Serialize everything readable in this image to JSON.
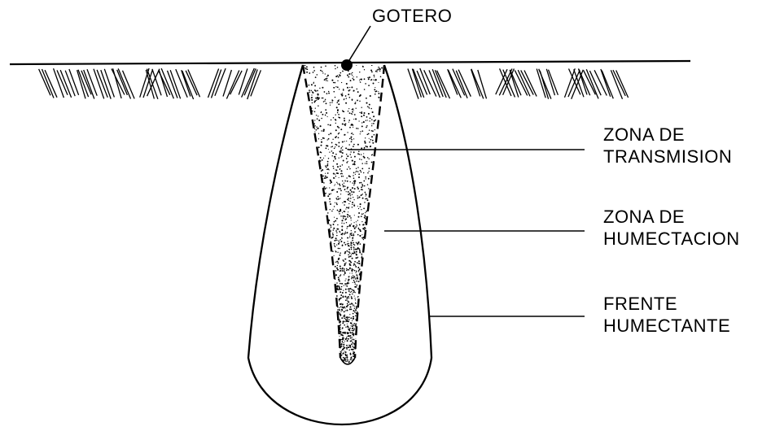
{
  "labels": {
    "dripper": "GOTERO",
    "transmission_zone": {
      "line1": "ZONA DE",
      "line2": "TRANSMISION"
    },
    "wetting_zone": {
      "line1": "ZONA DE",
      "line2": "HUMECTACION"
    },
    "wetting_front": {
      "line1": "FRENTE",
      "line2": "HUMECTANTE"
    }
  },
  "colors": {
    "ink": "#000000",
    "background": "#ffffff"
  }
}
